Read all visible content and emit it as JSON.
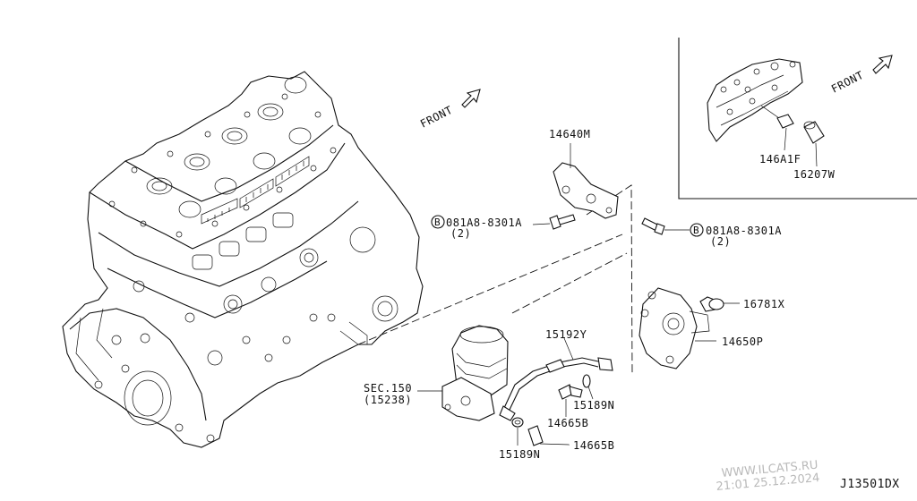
{
  "diagram_id": "J13501DX",
  "watermark": {
    "site": "WWW.ILCATS.RU",
    "datetime": "21:01 25.12.2024"
  },
  "front_labels": {
    "main": "FRONT",
    "inset": "FRONT"
  },
  "parts": {
    "p14640M": "14640M",
    "p081A8_left": "081A8-8301A",
    "p081A8_left_qty": "(2)",
    "p081A8_right": "081A8-8301A",
    "p081A8_right_qty": "(2)",
    "bolt_symbol": "B",
    "p16781X": "16781X",
    "p14650P": "14650P",
    "p15192Y": "15192Y",
    "p15189N_upper": "15189N",
    "p14665B_upper": "14665B",
    "p14665B_lower": "14665B",
    "p15189N_lower": "15189N",
    "sec150": "SEC.150",
    "sec150_ref": "(15238)",
    "p146A1F": "146A1F",
    "p16207W": "16207W"
  }
}
